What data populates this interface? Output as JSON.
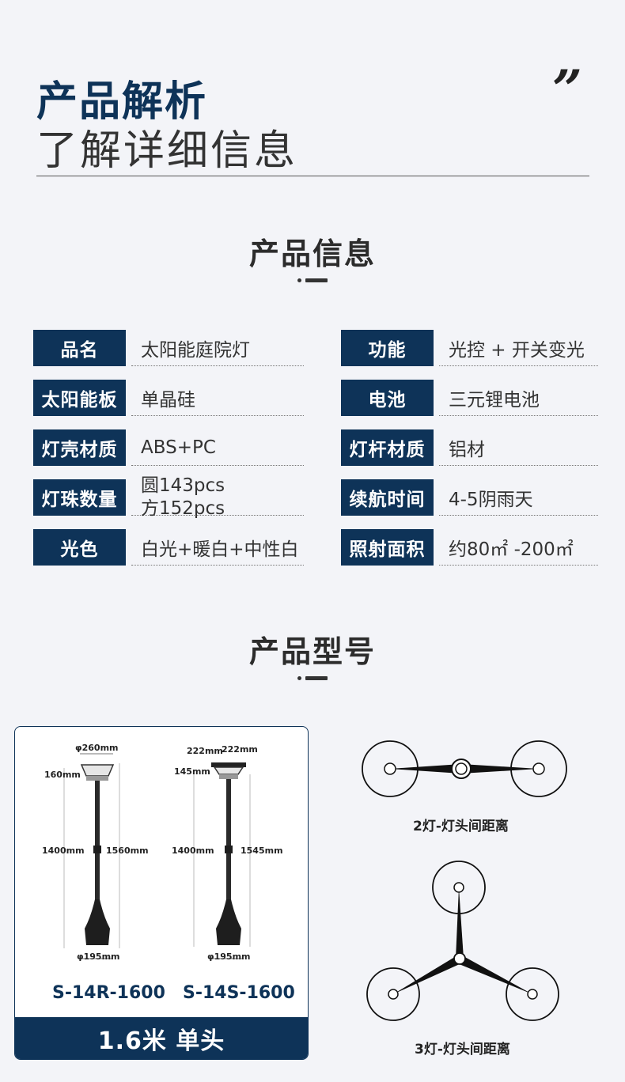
{
  "header": {
    "title": "产品解析",
    "subtitle": "了解详细信息",
    "quote_mark": "”"
  },
  "product_info": {
    "title": "产品信息",
    "left": [
      {
        "label": "品名",
        "value": "太阳能庭院灯"
      },
      {
        "label": "太阳能板",
        "value": "单晶硅"
      },
      {
        "label": "灯壳材质",
        "value": "ABS+PC"
      },
      {
        "label": "灯珠数量",
        "value": "圆143pcs",
        "value2": "方152pcs"
      },
      {
        "label": "光色",
        "value": "白光+暖白+中性白"
      }
    ],
    "right": [
      {
        "label": "功能",
        "value": "光控 + 开关变光"
      },
      {
        "label": "电池",
        "value": "三元锂电池"
      },
      {
        "label": "灯杆材质",
        "value": "铝材"
      },
      {
        "label": "续航时间",
        "value": "4-5阴雨天"
      },
      {
        "label": "照射面积",
        "value": "约80㎡ -200㎡"
      }
    ]
  },
  "product_model": {
    "title": "产品型号",
    "card": {
      "lamp_round": {
        "code": "S-14R-1600",
        "dims": {
          "head_dia": "φ260mm",
          "head_h": "160mm",
          "pole_h": "1400mm",
          "total_h": "1560mm",
          "base_dia": "φ195mm"
        }
      },
      "lamp_square": {
        "code": "S-14S-1600",
        "dims": {
          "head_w1": "222mm",
          "head_w2": "222mm",
          "head_h": "145mm",
          "pole_h": "1400mm",
          "total_h": "1545mm",
          "base_dia": "φ195mm"
        }
      },
      "footer": "1.6米 单头"
    },
    "diagram_two": {
      "caption": "2灯-灯头间距离"
    },
    "diagram_three": {
      "caption": "3灯-灯头间距离"
    }
  }
}
